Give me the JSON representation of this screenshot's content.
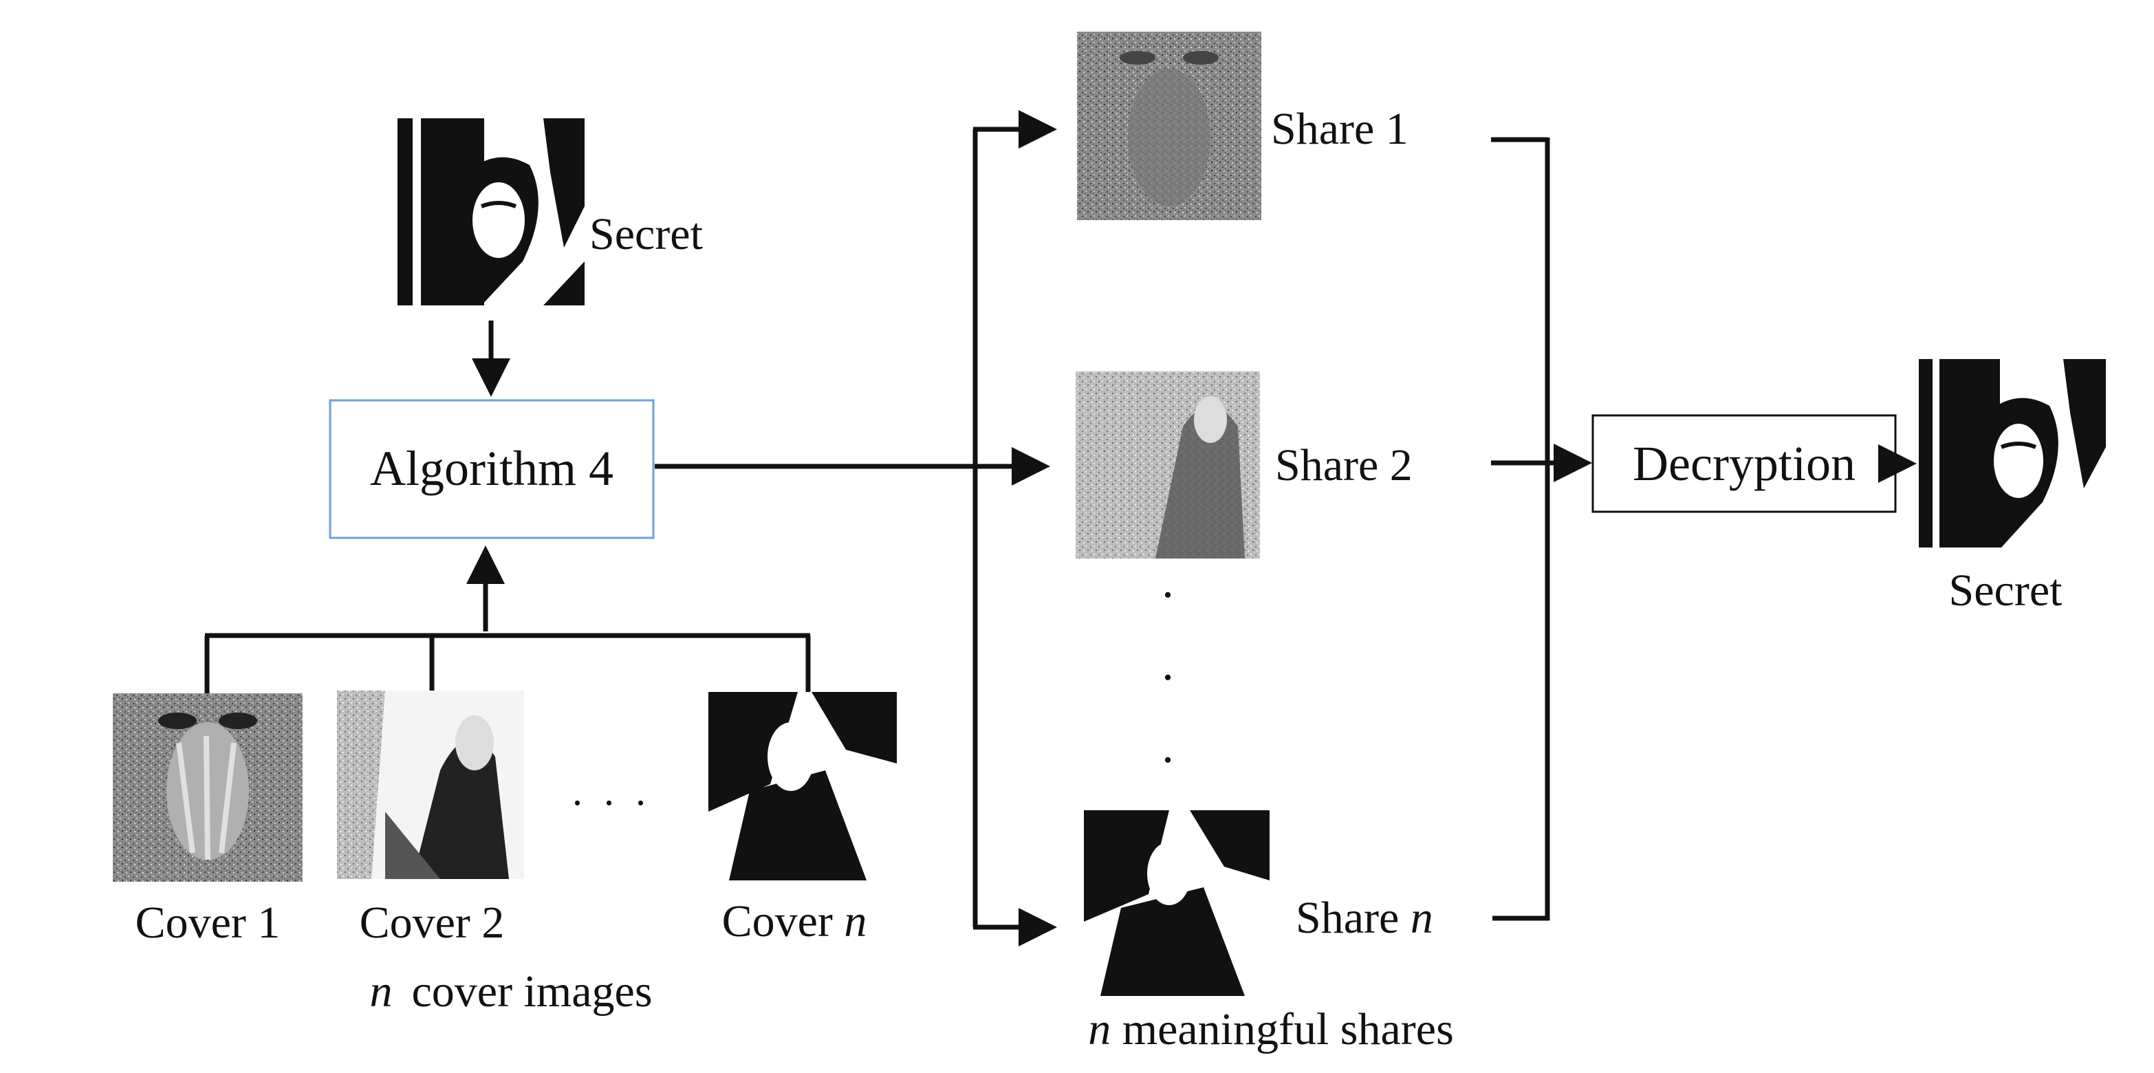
{
  "diagram": {
    "secret_label": "Secret",
    "algorithm_label": "Algorithm 4",
    "decryption_label": "Decryption",
    "output_secret_label": "Secret",
    "covers": [
      {
        "label_main": "Cover 1",
        "label_italic": ""
      },
      {
        "label_main": "Cover 2",
        "label_italic": ""
      },
      {
        "label_main": "Cover ",
        "label_italic": "n"
      }
    ],
    "cover_ellipsis": ". . .",
    "covers_caption_italic": "n",
    "covers_caption_rest": "cover images",
    "shares": [
      {
        "label_main": "Share 1",
        "label_italic": ""
      },
      {
        "label_main": "Share 2",
        "label_italic": ""
      },
      {
        "label_main": "Share ",
        "label_italic": "n"
      }
    ],
    "shares_caption_italic": "n",
    "shares_caption_rest": " meaningful shares",
    "vertical_dots": [
      "·",
      "·",
      "·"
    ],
    "colors": {
      "algorithm_border": "#6f9fd8",
      "line": "#111111",
      "box_border": "#111111"
    }
  }
}
